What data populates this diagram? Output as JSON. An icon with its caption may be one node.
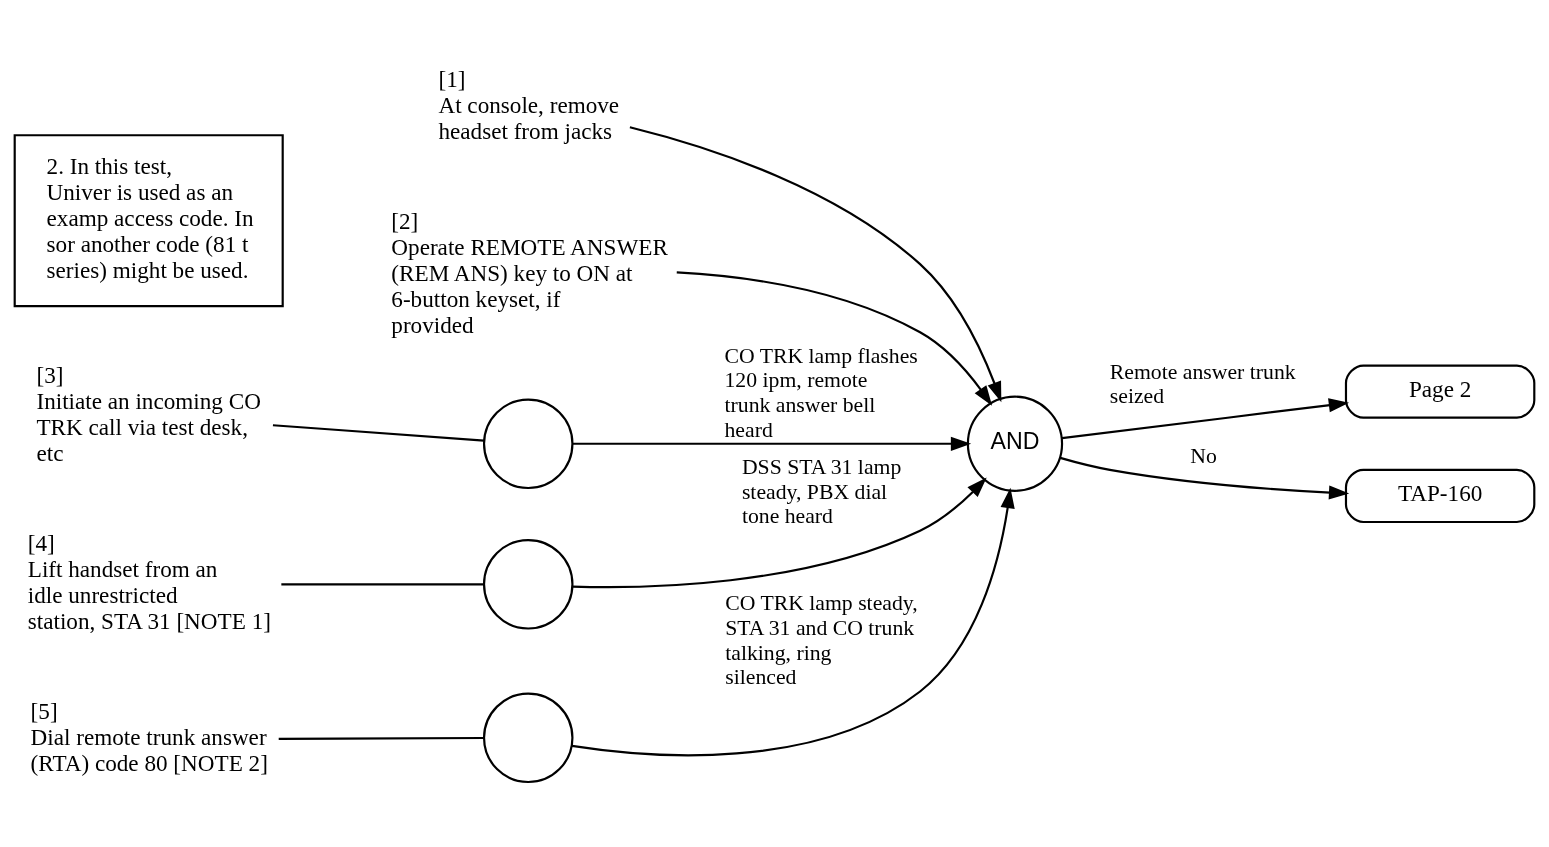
{
  "diagram": {
    "nodes": [
      {
        "text": [
          "[1]",
          "At console, remove headset from jacks"
        ]
      },
      {
        "text": [
          "[2]",
          "Operate REMOTE ANSWER (REM ANS) key to ON at 6-button keyset, if provided"
        ]
      },
      {
        "text": [
          "[3]",
          "Initiate an incoming CO TRK call via test desk, etc"
        ]
      },
      {
        "text": [],
        "shape": "circle"
      },
      {
        "text": [
          "[4]",
          "Lift handset from an idle unrestricted station, STA 31 [NOTE 1]"
        ]
      },
      {
        "text": [],
        "shape": "circle"
      },
      {
        "text": [
          "[5]",
          "Dial remote trunk answer (RTA) code 80 [NOTE 2]"
        ]
      },
      {
        "text": [],
        "shape": "circle"
      },
      {
        "text": [
          "AND"
        ]
      },
      {
        "text": [
          "Page 2"
        ]
      },
      {
        "text": [
          "TAP-160"
        ]
      },
      {
        "text": [
          "2. In this test, Univer is used as an examp access code. In sor another code (81 t series) might be used."
        ]
      }
    ],
    "edges": [
      {
        "from": 0,
        "to": 8,
        "arrow": "to"
      },
      {
        "from": 1,
        "to": 8,
        "arrow": "to"
      },
      {
        "from": 2,
        "to": 3,
        "arrow": "none"
      },
      {
        "from": 3,
        "to": 8,
        "arrow": "to",
        "label": "CO TRK lamp flashes 120 ipm, remote trunk answer bell heard"
      },
      {
        "from": 4,
        "to": 5,
        "arrow": "none"
      },
      {
        "from": 5,
        "to": 8,
        "arrow": "to",
        "label": "DSS STA 31 lamp steady, PBX dial tone heard"
      },
      {
        "from": 6,
        "to": 7,
        "arrow": "none"
      },
      {
        "from": 7,
        "to": 8,
        "arrow": "to",
        "label": "CO TRK lamp steady, STA 31 and CO trunk talking, ring silenced"
      },
      {
        "from": 8,
        "to": 9,
        "arrow": "to",
        "label": "Remote answer trunk seized"
      },
      {
        "from": 8,
        "to": 10,
        "arrow": "to",
        "label": "No"
      }
    ]
  }
}
